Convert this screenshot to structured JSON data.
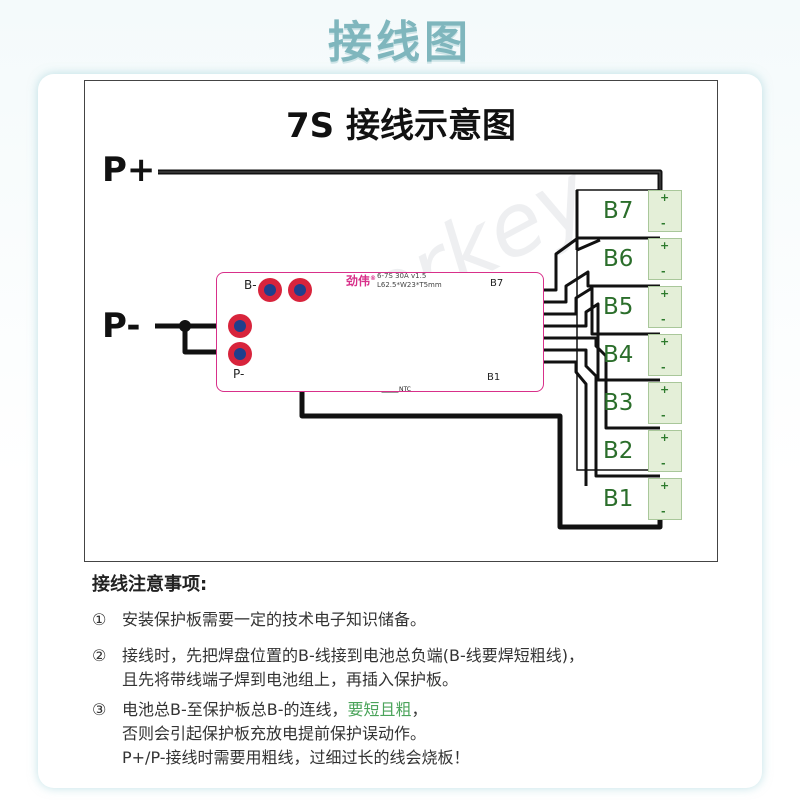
{
  "page": {
    "title": "接线图"
  },
  "diagram": {
    "title": "7S 接线示意图",
    "p_plus": "P+",
    "p_minus": "P-",
    "cells": [
      "B7",
      "B6",
      "B5",
      "B4",
      "B3",
      "B2",
      "B1"
    ],
    "cell_plus": "+",
    "cell_minus": "-",
    "board": {
      "brand": "劲伟",
      "brand_mark": "®",
      "model_line1": "6-7S 30A v1.5",
      "model_line2": "L62.5*W23*T5mm",
      "pad_b_minus": "B-",
      "pad_p_minus": "P-",
      "conn_top": "B7",
      "conn_bottom": "B1",
      "ntc": "NTC"
    },
    "watermark": "Enerkey"
  },
  "notes": {
    "heading": "接线注意事项:",
    "items": [
      {
        "num": "①",
        "line1": "安装保护板需要一定的技术电子知识储备。"
      },
      {
        "num": "②",
        "line1": "接线时，先把焊盘位置的B-线接到电池总负端(B-线要焊短粗线)，",
        "line2": "且先将带线端子焊到电池组上，再插入保护板。"
      },
      {
        "num": "③",
        "line1_a": "电池总B-至保护板总B-的连线，",
        "line1_b": "要短且粗",
        "line1_c": "，",
        "line2": "否则会引起保护板充放电提前保护误动作。",
        "line3": "P+/P-接线时需要用粗线，过细过长的线会烧板！"
      }
    ]
  },
  "colors": {
    "accent": "#7fb6bd",
    "board": "#d8308a",
    "pad": "#d8243c",
    "highlight": "#4aa35a",
    "wire": "#111111"
  }
}
